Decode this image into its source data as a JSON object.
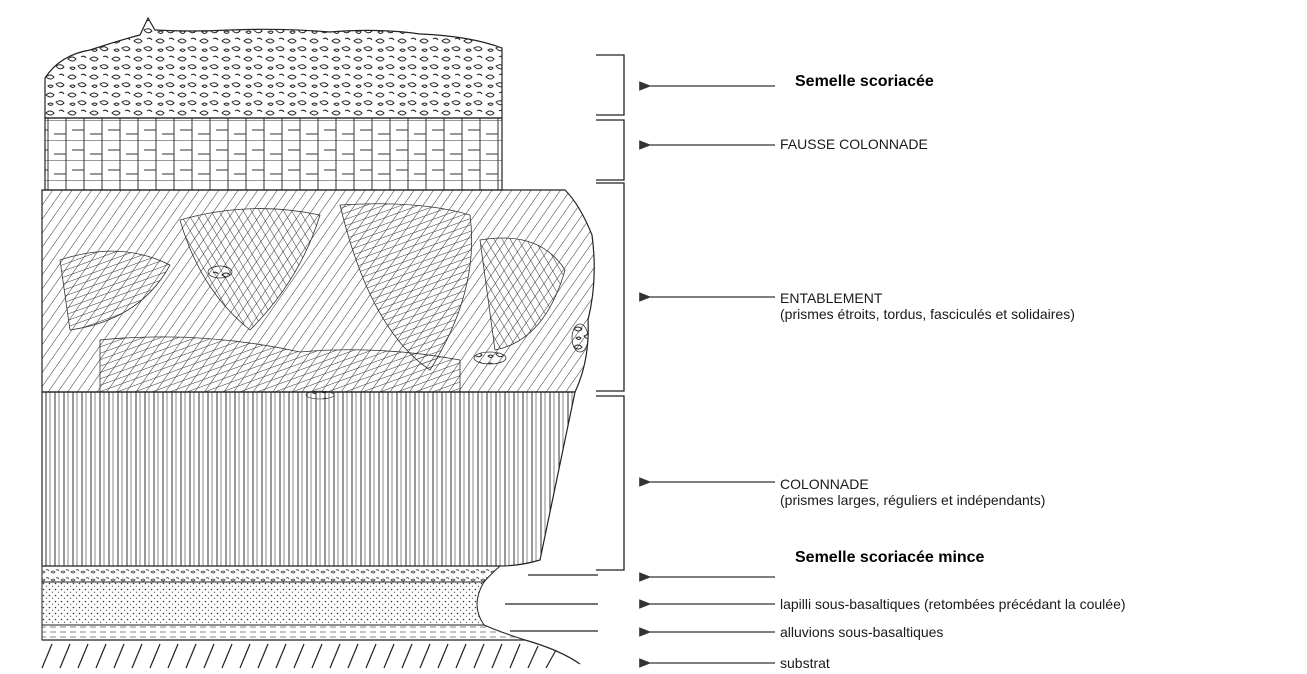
{
  "labels": {
    "semelle_top": "Semelle scoriacée",
    "fausse_colonnade": "FAUSSE COLONNADE",
    "entablement_title": "ENTABLEMENT",
    "entablement_desc": "(prismes étroits, tordus, fasciculés et solidaires)",
    "colonnade_title": "COLONNADE",
    "colonnade_desc": "(prismes larges, réguliers et indépendants)",
    "semelle_mince": "Semelle scoriacée mince",
    "lapilli": "lapilli sous-basaltiques (retombées précédant la coulée)",
    "alluvions": "alluvions sous-basaltiques",
    "substrat": "substrat"
  },
  "colors": {
    "ink": "#1a1a1a",
    "paper": "#ffffff"
  }
}
